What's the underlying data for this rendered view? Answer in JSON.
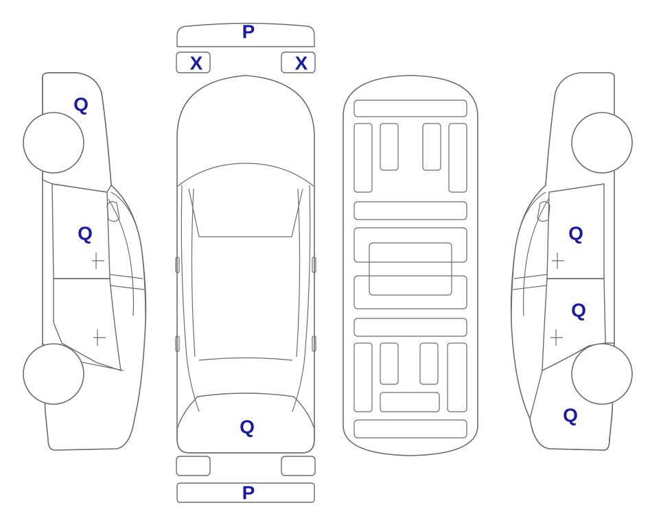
{
  "colors": {
    "marked_fill": "#fbaa30",
    "outline": "#6b6b6b",
    "unmarked_fill": "#ffffff",
    "label_color": "#1a1aa8"
  },
  "labels": {
    "front_bumper": "P",
    "front_left_headlight": "X",
    "front_right_headlight": "X",
    "left_front_fender": "Q",
    "left_front_door": "Q",
    "hood": "Q",
    "rear_bumper": "P",
    "right_rear_door": "Q",
    "right_front_door": "Q",
    "right_rear_quarter": "Q"
  }
}
